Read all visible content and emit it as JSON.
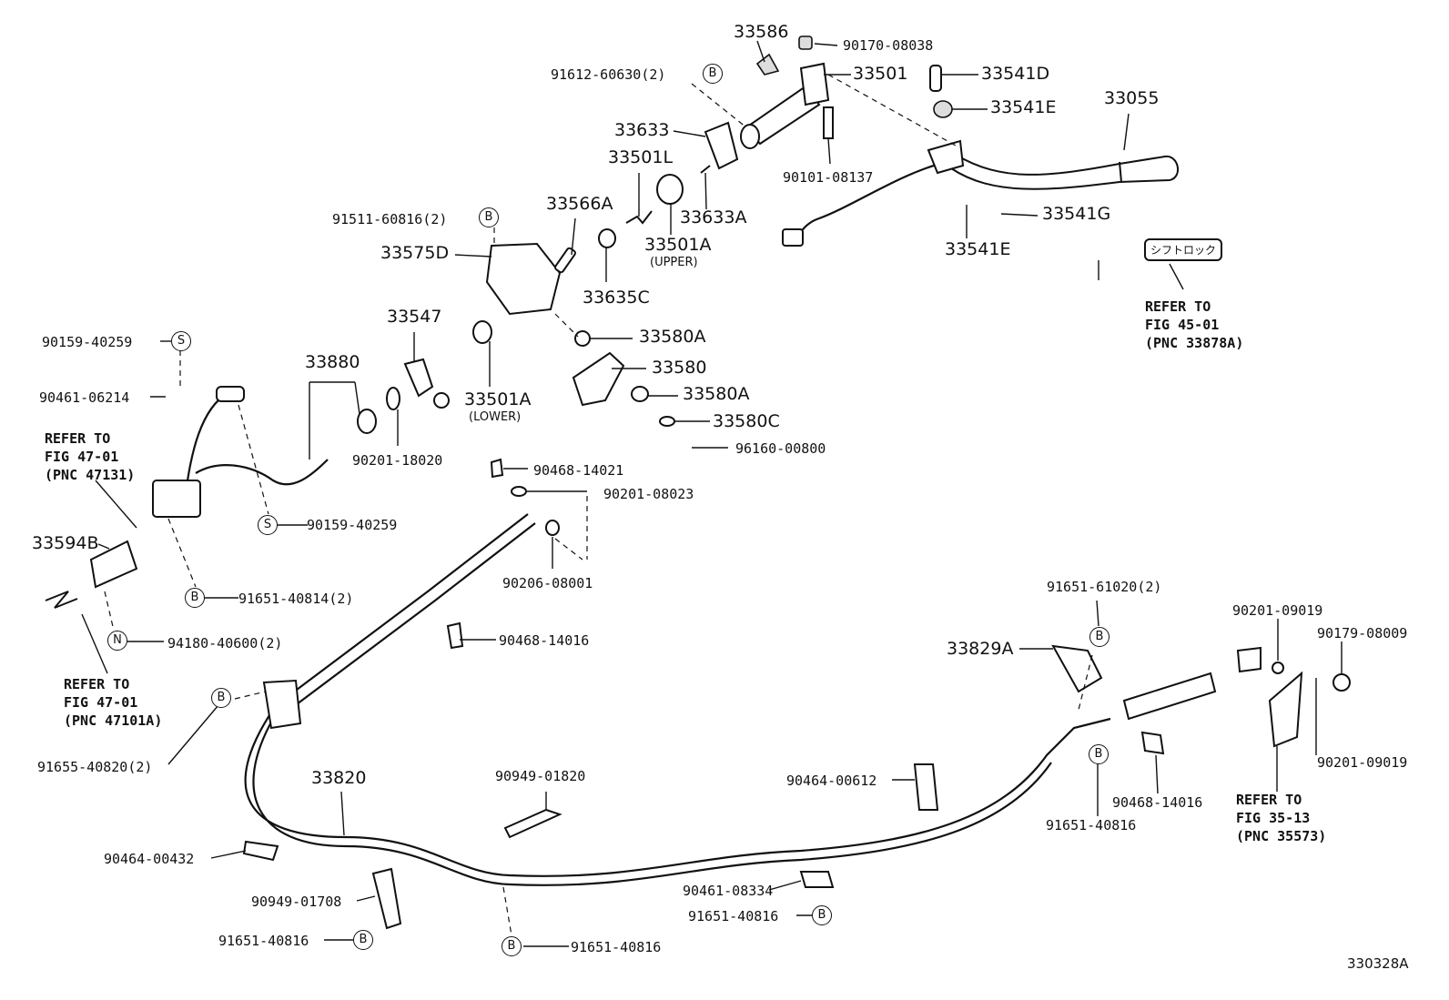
{
  "figure_id": "330328A",
  "badge_text": "シフトロック",
  "tag_letters": {
    "b": "B",
    "s": "S",
    "n": "N"
  },
  "parts": {
    "p33586": "33586",
    "p90170_08038": "90170-08038",
    "p91612_60630": "91612-60630(2)",
    "p33501": "33501",
    "p33541D": "33541D",
    "p33541E_top": "33541E",
    "p33055": "33055",
    "p33633": "33633",
    "p90101_08137": "90101-08137",
    "p33501L": "33501L",
    "p33633A": "33633A",
    "p33566A": "33566A",
    "p91511_60816": "91511-60816(2)",
    "p33501A_upper": "33501A",
    "upper_note": "(UPPER)",
    "p33541G": "33541G",
    "p33541E_bot": "33541E",
    "p33575D": "33575D",
    "p33635C": "33635C",
    "p33547": "33547",
    "p90159_40259_top": "90159-40259",
    "p33580A_top": "33580A",
    "p33880": "33880",
    "p33580": "33580",
    "p90461_06214": "90461-06214",
    "p33501A_lower": "33501A",
    "lower_note": "(LOWER)",
    "p33580A_bot": "33580A",
    "p33580C": "33580C",
    "p96160_00800": "96160-00800",
    "p90201_18020": "90201-18020",
    "p90468_14021": "90468-14021",
    "p90201_08023": "90201-08023",
    "p90159_40259_bot": "90159-40259",
    "p33594B": "33594B",
    "p90206_08001": "90206-08001",
    "p91651_40814": "91651-40814(2)",
    "p94180_40600": "94180-40600(2)",
    "p90468_14016_mid": "90468-14016",
    "p91651_61020": "91651-61020(2)",
    "p90201_09019_top": "90201-09019",
    "p90179_08009": "90179-08009",
    "p33829A": "33829A",
    "p91655_40820": "91655-40820(2)",
    "p90201_09019_bot": "90201-09019",
    "p33820": "33820",
    "p90949_01820": "90949-01820",
    "p90464_00612": "90464-00612",
    "p90468_14016_right": "90468-14016",
    "p91651_40816_right": "91651-40816",
    "p90464_00432": "90464-00432",
    "p90461_08334": "90461-08334",
    "p90949_01708": "90949-01708",
    "p91651_40816_mid": "91651-40816",
    "p91651_40816_left": "91651-40816",
    "p91651_40816_bottom": "91651-40816"
  },
  "notes": {
    "refer_45": [
      "REFER TO",
      "FIG 45-01",
      "(PNC 33878A)"
    ],
    "refer_47_a": [
      "REFER TO",
      "FIG 47-01",
      "(PNC 47131)"
    ],
    "refer_47_b": [
      "REFER TO",
      "FIG 47-01",
      "(PNC 47101A)"
    ],
    "refer_35": [
      "REFER TO",
      "FIG 35-13",
      "(PNC 35573)"
    ]
  }
}
